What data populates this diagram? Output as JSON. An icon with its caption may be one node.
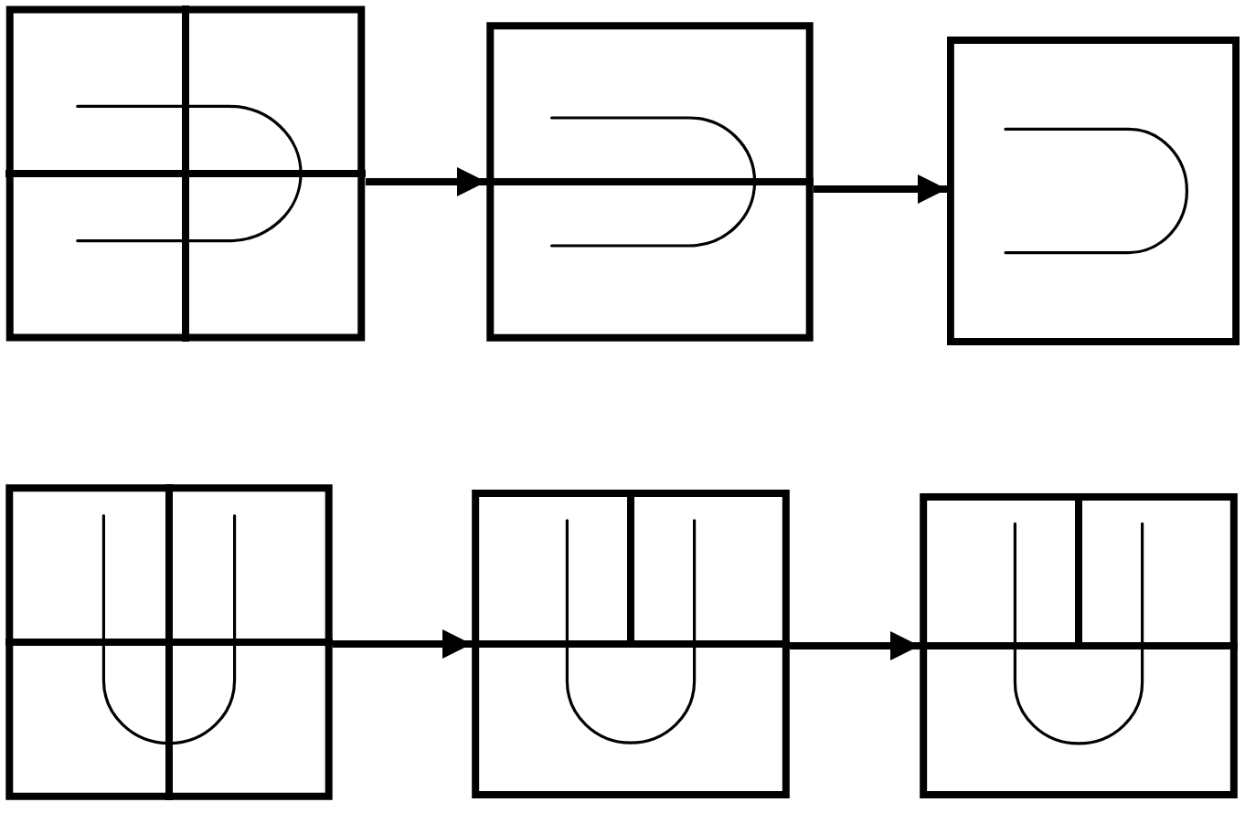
{
  "diagram": {
    "nodes": [
      {
        "text": [],
        "shape": "picture"
      },
      {
        "text": [],
        "shape": "picture"
      },
      {
        "text": [],
        "shape": "picture"
      },
      {
        "text": [],
        "shape": "picture"
      },
      {
        "text": [],
        "shape": "picture"
      },
      {
        "text": [],
        "shape": "picture"
      }
    ],
    "edges": [
      {
        "from": 0,
        "to": 1,
        "arrow": "to"
      },
      {
        "from": 1,
        "to": 2,
        "arrow": "to"
      },
      {
        "from": 3,
        "to": 4,
        "arrow": "to"
      },
      {
        "from": 4,
        "to": 5,
        "arrow": "to"
      }
    ]
  }
}
